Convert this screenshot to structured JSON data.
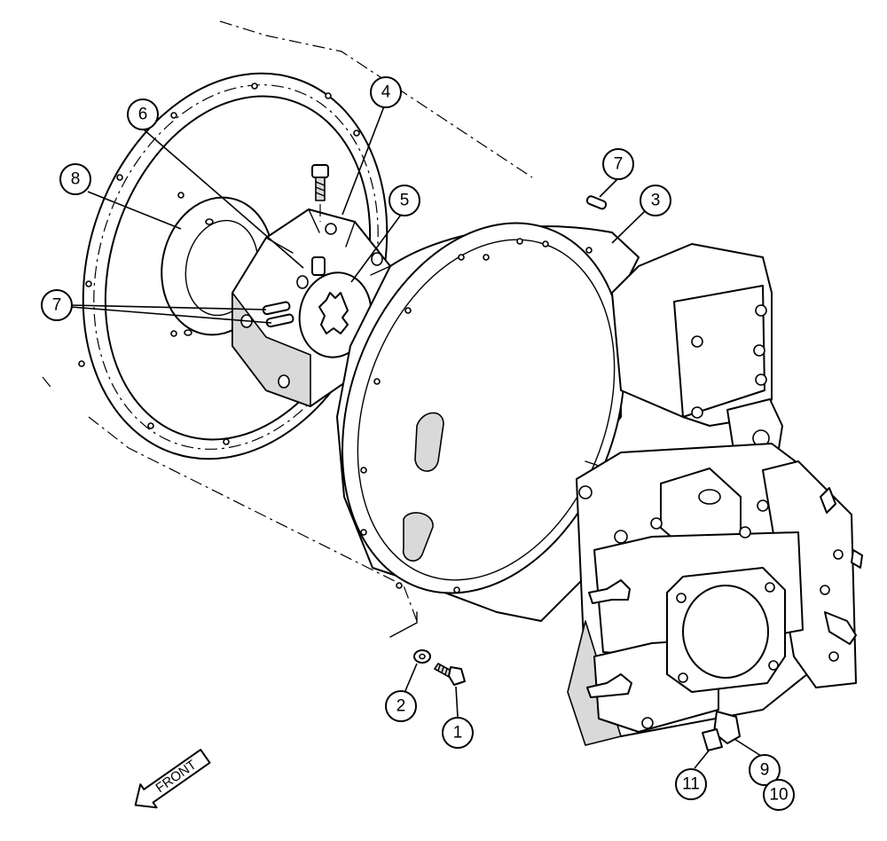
{
  "callouts": {
    "c1": "1",
    "c2": "2",
    "c3": "3",
    "c4": "4",
    "c5": "5",
    "c6": "6",
    "c7a": "7",
    "c7b": "7",
    "c8": "8",
    "c9": "9",
    "c10": "10",
    "c11": "11"
  },
  "direction_arrow": {
    "label": "FRONT"
  }
}
